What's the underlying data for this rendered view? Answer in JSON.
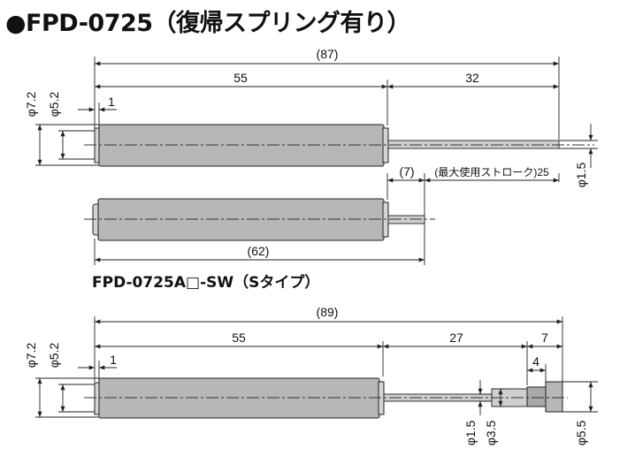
{
  "title": "●FPD-0725（復帰スプリング有り）",
  "subtitle": "FPD-0725A□-SW（Sタイプ）",
  "top_view": {
    "overall": "(87)",
    "body_len": "55",
    "rod_len": "32",
    "cap_len": "1",
    "dia_outer": "φ7.2",
    "dia_inner": "φ5.2",
    "rod_dia": "φ1.5"
  },
  "middle_view": {
    "ext": "(7)",
    "stroke": "(最大使用ストローク)25",
    "overall": "(62)"
  },
  "bottom_view": {
    "overall": "(89)",
    "body_len": "55",
    "rod_len": "27",
    "tip_len": "7",
    "nut_len": "4",
    "cap_len": "1",
    "dia_outer": "φ7.2",
    "dia_inner": "φ5.2",
    "rod_dia": "φ1.5",
    "shoulder_dia": "φ3.5",
    "tip_dia": "φ5.5"
  }
}
